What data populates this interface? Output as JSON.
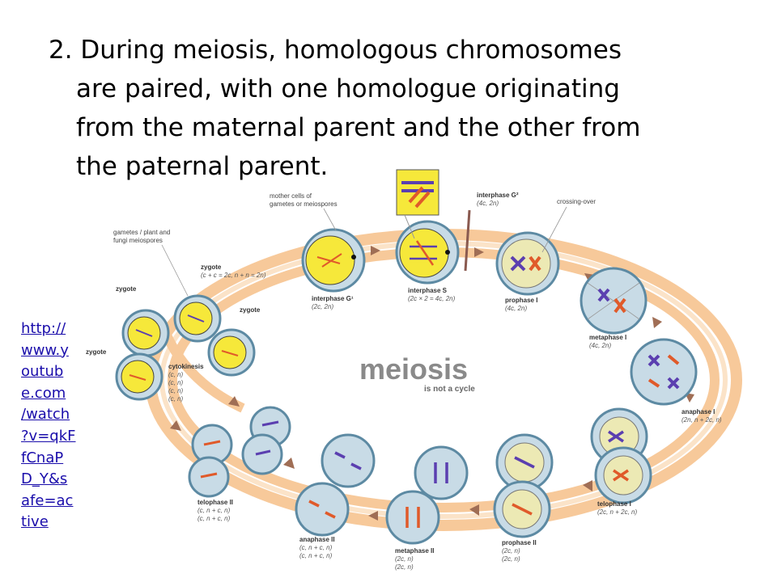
{
  "slide": {
    "title_lines": [
      "2. During meiosis, homologous chromosomes",
      "are paired, with one homologue originating",
      "from the maternal parent and the other from",
      "the paternal parent."
    ],
    "link_lines": [
      "http://",
      "www.y",
      "outub",
      "e.com",
      "/watch",
      "?v=qkF",
      "fCnaP",
      "D_Y&s",
      "afe=ac",
      "tive"
    ]
  },
  "diagram": {
    "center_title": "meiosis",
    "center_subtitle": "is not a cycle",
    "labels": {
      "mother_cells": [
        "mother cells of",
        "gametes or meiospores"
      ],
      "gametes": [
        "gametes / plant and",
        "fungi meiospores"
      ],
      "zygote_top": "zygote",
      "zygote_top_formula": "(c + c = 2c, n + n = 2n)",
      "zygote_left_a": "zygote",
      "zygote_left_b": "zygote",
      "zygote_right": "zygote",
      "interphase_g1": "interphase G¹",
      "interphase_g1_sub": "(2c, 2n)",
      "interphase_s": "interphase S",
      "interphase_s_sub": "(2c × 2 = 4c, 2n)",
      "interphase_g2": "interphase G²",
      "interphase_g2_sub": "(4c, 2n)",
      "crossing_over": "crossing-over",
      "prophase1": "prophase I",
      "prophase1_sub": "(4c, 2n)",
      "metaphase1": "metaphase I",
      "metaphase1_sub": "(4c, 2n)",
      "anaphase1": "anaphase I",
      "anaphase1_sub": "(2n, n + 2c, n)",
      "telophase1": "telophase I",
      "telophase1_sub": "(2c, n + 2c, n)",
      "prophase2": "prophase II",
      "prophase2_sub": [
        "(2c, n)",
        "(2c, n)"
      ],
      "metaphase2": "metaphase II",
      "metaphase2_sub": [
        "(2c, n)",
        "(2c, n)"
      ],
      "anaphase2": "anaphase II",
      "anaphase2_sub": [
        "(c, n + c, n)",
        "(c, n + c, n)"
      ],
      "telophase2": "telophase II",
      "telophase2_sub": [
        "(c, n + c, n)",
        "(c, n + c, n)"
      ],
      "cytokinesis": "cytokinesis",
      "cytokinesis_sub": [
        "(c, n)",
        "(c, n)",
        "(c, n)",
        "(c, n)"
      ]
    },
    "colors": {
      "ring": "#f7c99a",
      "ring_light": "#fbe3c8",
      "cell_fill": "#c8dbe6",
      "cell_stroke": "#5d8aa3",
      "nucleus_yellow": "#f6e83a",
      "nucleus_pale": "#ece9b4",
      "chrom_purple": "#5b3fb0",
      "chrom_orange": "#e05a2a",
      "arrow": "#a06e55",
      "meiosis_gray": "#8a8a8a",
      "meiosis_orange": "#f0a030"
    }
  }
}
